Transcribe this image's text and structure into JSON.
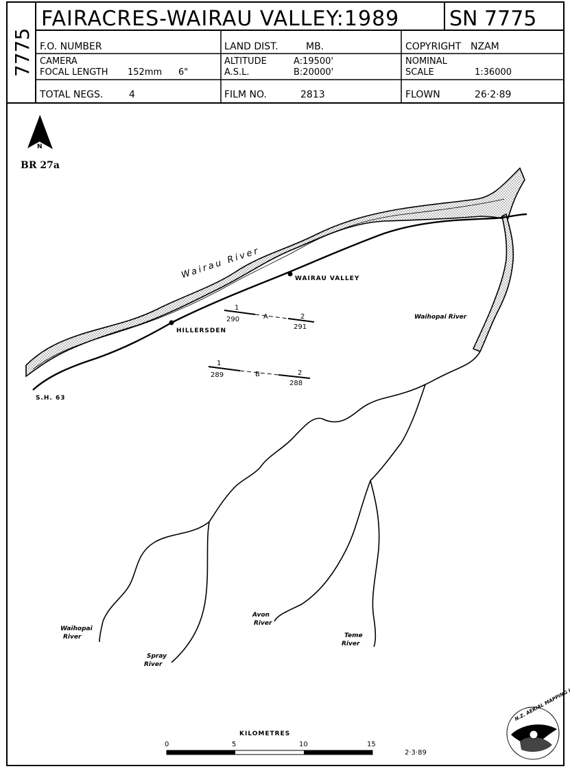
{
  "header": {
    "side_code": "7775",
    "title": "FAIRACRES-WAIRAU VALLEY:1989",
    "sn": "SN 7775",
    "fo_number_label": "F.O. NUMBER",
    "land_dist_label": "LAND DIST.",
    "land_dist_value": "MB.",
    "copyright_label": "COPYRIGHT",
    "copyright_value": "NZAM",
    "camera_label": "CAMERA",
    "focal_length_label": "FOCAL LENGTH",
    "focal_length_mm": "152mm",
    "focal_length_in": "6\"",
    "altitude_label": "ALTITUDE",
    "asl_label": "A.S.L.",
    "altitude_a": "A:19500'",
    "altitude_b": "B:20000'",
    "nominal_label": "NOMINAL",
    "scale_label": "SCALE",
    "scale_value": "1:36000",
    "total_negs_label": "TOTAL NEGS.",
    "total_negs_value": "4",
    "film_no_label": "FILM NO.",
    "film_no_value": "2813",
    "flown_label": "FLOWN",
    "flown_value": "26·2·89"
  },
  "map": {
    "north_label": "N",
    "sheet_ref": "BR 27a",
    "labels": {
      "wairau_river": "Wairau River",
      "wairau_valley": "WAIRAU VALLEY",
      "hillersden": "HILLERSDEN",
      "sh63": "S.H. 63",
      "waihopai_river_ne": "Waihopai River",
      "waihopai_river_1": "Waihopai",
      "waihopai_river_2": "River",
      "spray_river_1": "Spray",
      "spray_river_2": "River",
      "avon_river_1": "Avon",
      "avon_river_2": "River",
      "teme_river_1": "Teme",
      "teme_river_2": "River"
    },
    "run_a": {
      "start_num": "1",
      "start_frame": "290",
      "letter": "A",
      "end_num": "2",
      "end_frame": "291"
    },
    "run_b": {
      "start_num": "1",
      "start_frame": "289",
      "letter": "B",
      "end_num": "2",
      "end_frame": "288"
    }
  },
  "scale_bar": {
    "title": "KILOMETRES",
    "ticks": [
      "0",
      "5",
      "10",
      "15"
    ],
    "date": "2·3·89"
  },
  "logo": {
    "text": "N.Z. AERIAL MAPPING LTD"
  }
}
